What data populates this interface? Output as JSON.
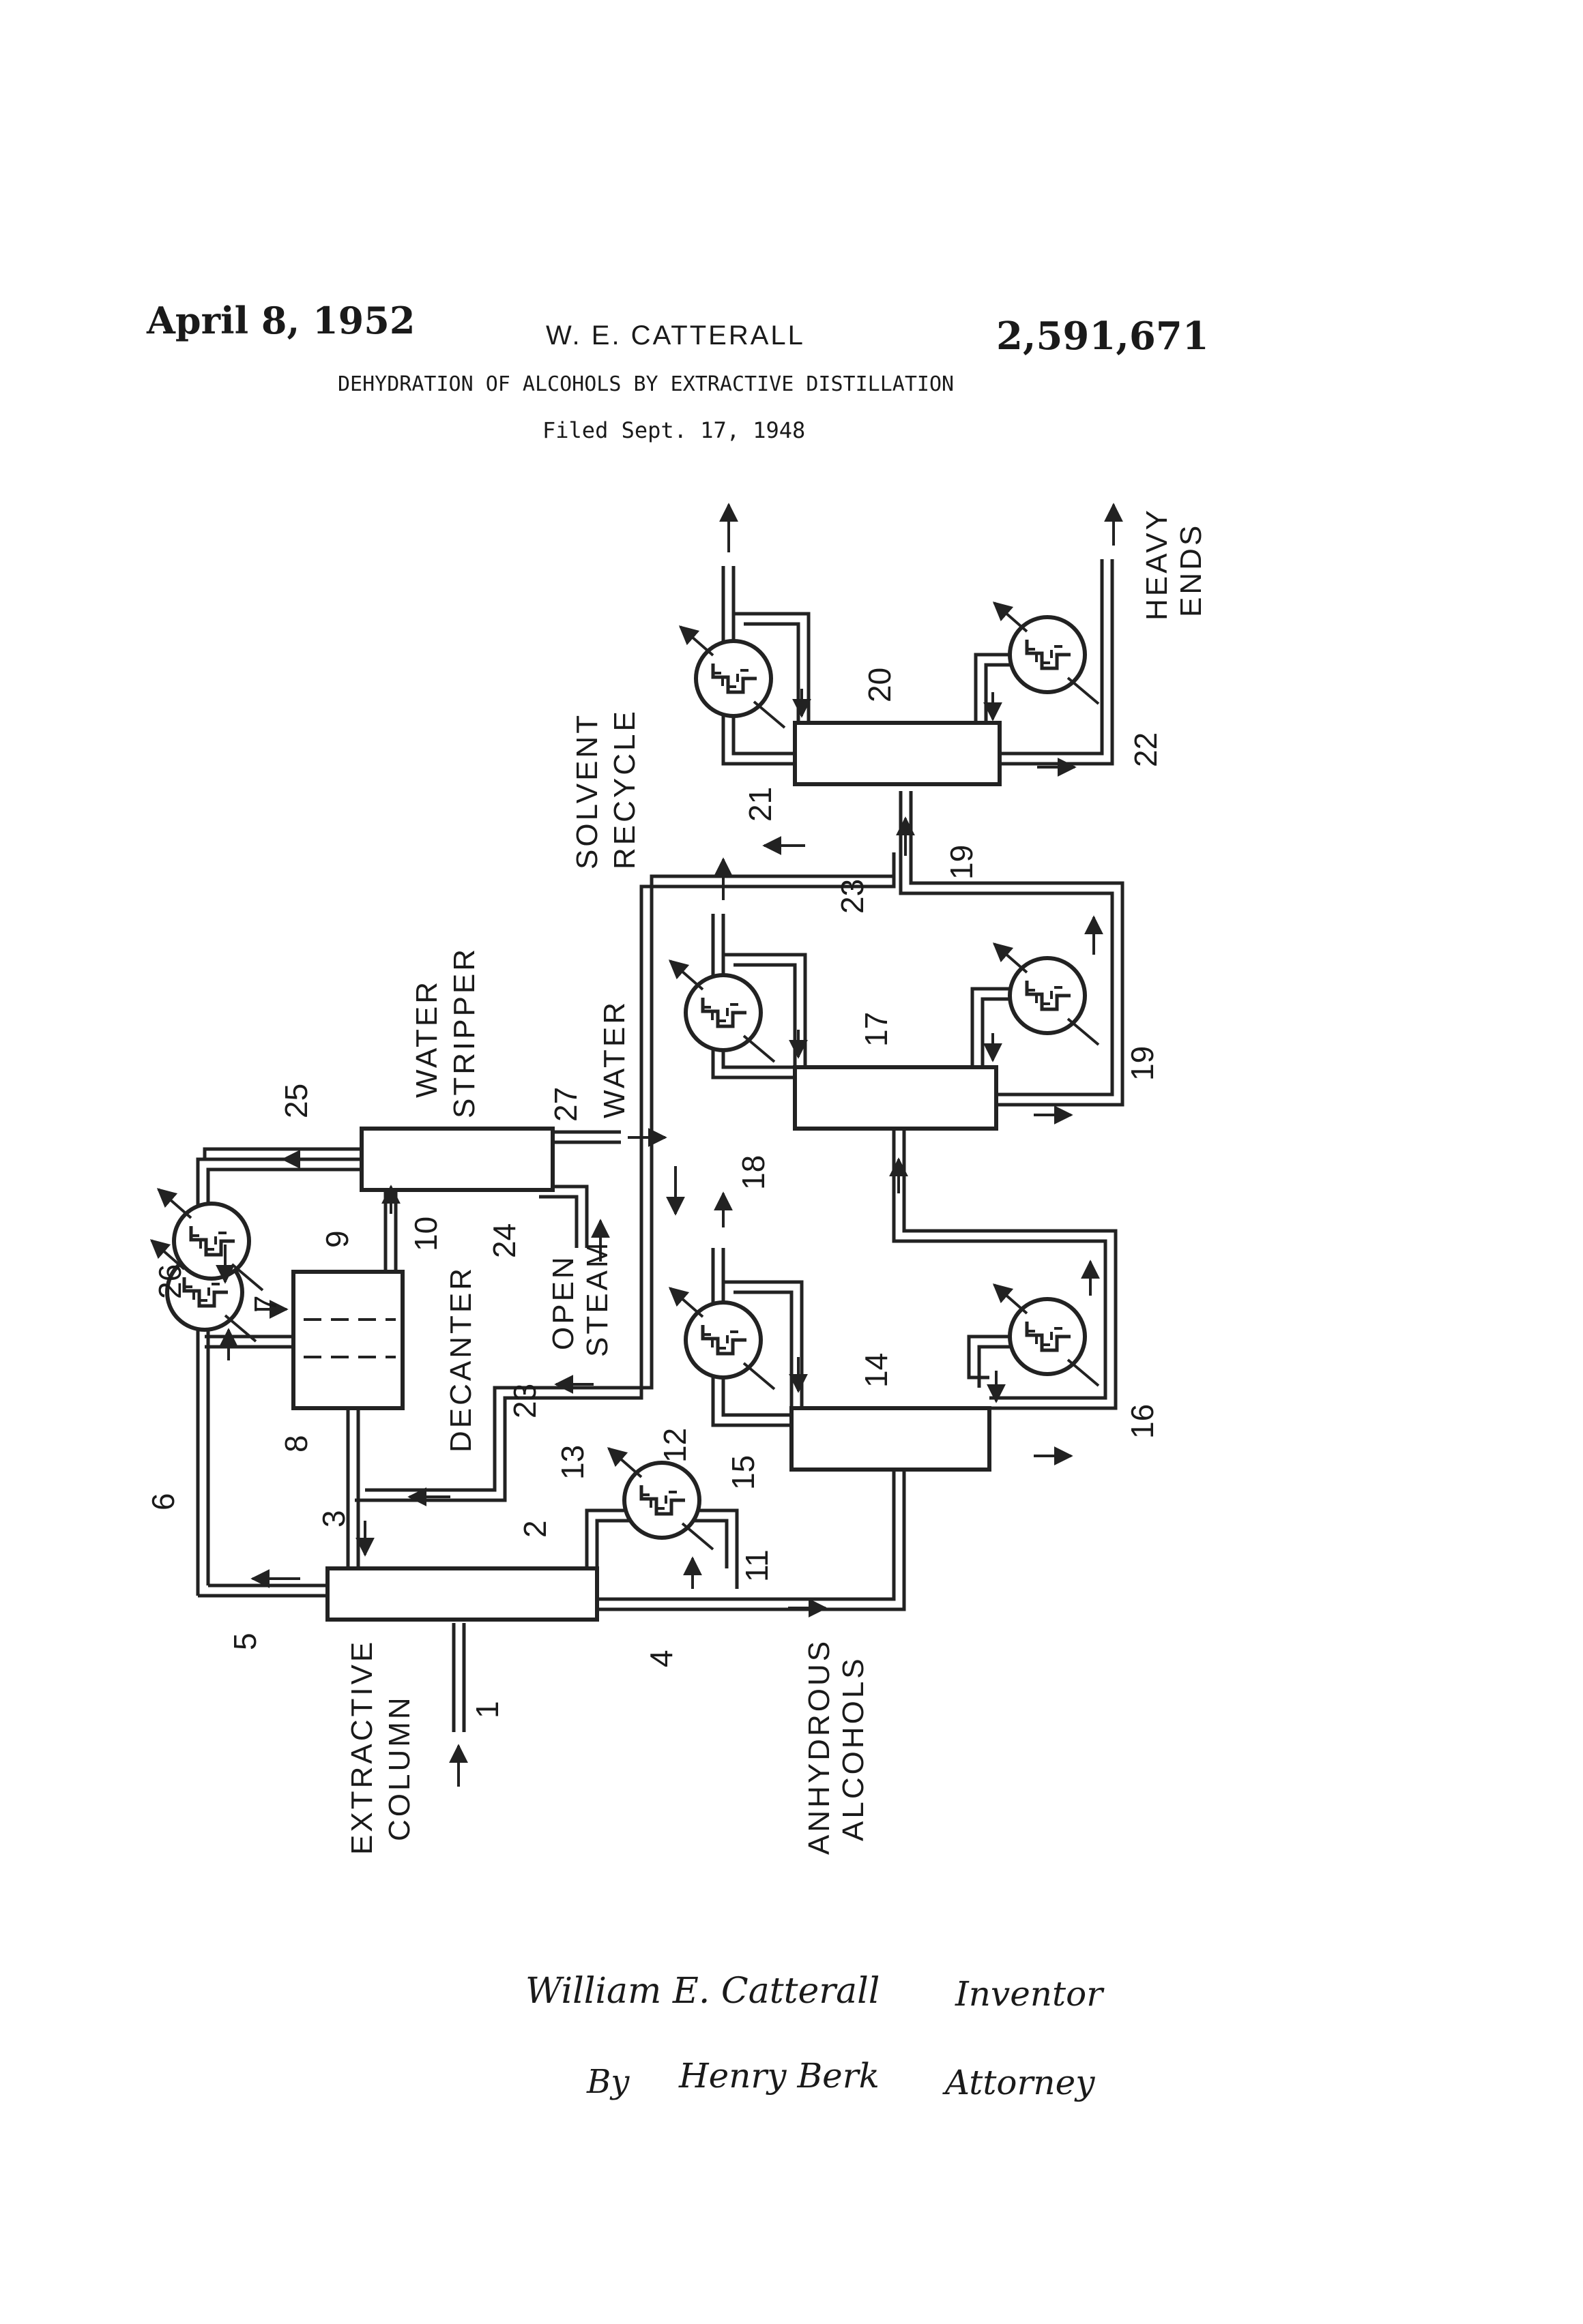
{
  "header": {
    "date": "April 8, 1952",
    "inventor": "W. E. CATTERALL",
    "patent_number": "2,591,671",
    "title": "DEHYDRATION OF ALCOHOLS BY EXTRACTIVE DISTILLATION",
    "filed": "Filed Sept. 17, 1948"
  },
  "labels": {
    "extractive": "EXTRACTIVE",
    "column": "COLUMN",
    "anhydrous": "ANHYDROUS",
    "alcohols": "ALCOHOLS",
    "decanter": "DECANTER",
    "open": "OPEN",
    "steam": "STEAM",
    "water_stripper_1": "WATER",
    "water_stripper_2": "STRIPPER",
    "water": "WATER",
    "solvent": "SOLVENT",
    "recycle": "RECYCLE",
    "heavy": "HEAVY",
    "ends": "ENDS"
  },
  "refs": {
    "r1": "1",
    "r2": "2",
    "r3": "3",
    "r4": "4",
    "r5": "5",
    "r6": "6",
    "r7": "7",
    "r8": "8",
    "r9": "9",
    "r10": "10",
    "r11": "11",
    "r12": "12",
    "r13": "13",
    "r14": "14",
    "r15": "15",
    "r16": "16",
    "r17": "17",
    "r18": "18",
    "r19a": "19",
    "r19b": "19",
    "r20": "20",
    "r21": "21",
    "r22": "22",
    "r23a": "23",
    "r23b": "23",
    "r24": "24",
    "r25": "25",
    "r26": "26",
    "r27": "27"
  },
  "signatures": {
    "inventor_name": "William E. Catterall",
    "inventor_role": "Inventor",
    "by": "By",
    "attorney_name": "Henry Berk",
    "attorney_role": "Attorney"
  }
}
